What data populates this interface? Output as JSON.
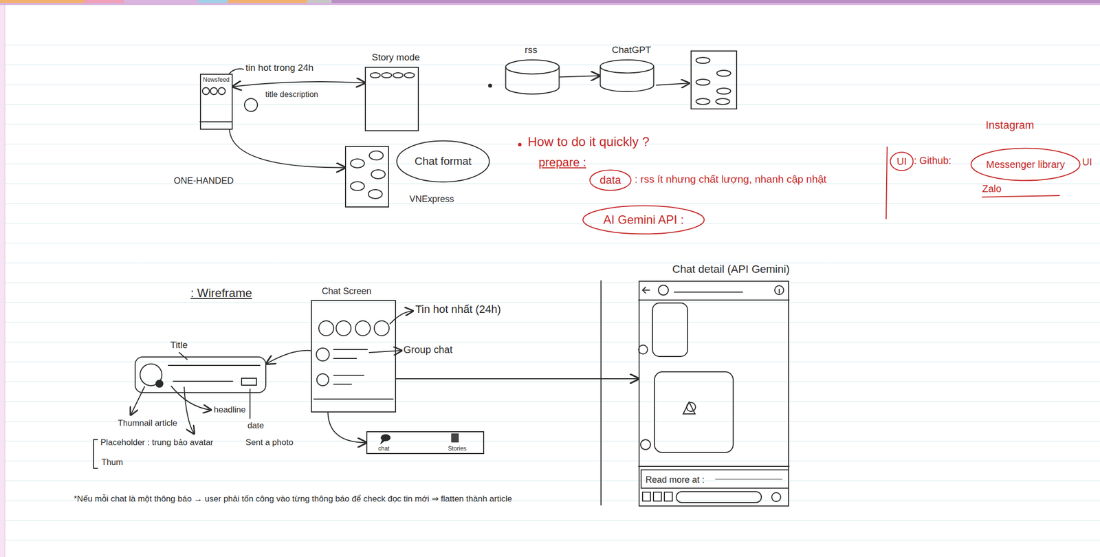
{
  "diagram": {
    "nodes": [
      {
        "text": [
          "Newsfeed"
        ]
      },
      {
        "text": [
          "Story mode"
        ]
      },
      {
        "text": [
          "VNExpress"
        ]
      },
      {
        "text": [
          "Chat format"
        ]
      },
      {
        "text": [
          "rss"
        ]
      },
      {
        "text": [
          "ChatGPT"
        ]
      },
      {
        "text": [
          "data"
        ]
      },
      {
        "text": [
          "AI Gemini API :"
        ]
      },
      {
        "text": [
          "UI"
        ]
      },
      {
        "text": [
          "Messenger library"
        ]
      },
      {
        "text": [
          "Title"
        ]
      },
      {
        "text": [
          "Chat Screen"
        ]
      },
      {
        "text": [
          "chat",
          "Stories"
        ]
      },
      {
        "text": [
          "Chat detail (API Gemini)"
        ]
      },
      {
        "text": [
          "Read more at :"
        ],
        "in": 13
      }
    ],
    "edges": [
      {
        "from": 0,
        "to": 1,
        "arrow": "both"
      },
      {
        "from": 0,
        "to": 2,
        "arrow": "to"
      },
      {
        "from": 4,
        "to": 5,
        "arrow": "to"
      },
      {
        "from": 11,
        "to": 10,
        "arrow": "to"
      },
      {
        "from": 11,
        "to": 13,
        "arrow": "to"
      },
      {
        "from": 11,
        "to": 12,
        "arrow": "to"
      }
    ],
    "labels": [
      "tin hot trong 24h",
      "title description",
      "ONE-HANDED",
      "How to do it quickly ?",
      "prepare :",
      ": rss ít nhưng chất lượng, nhanh cập nhật",
      "Instagram",
      ": Github:",
      "Zalo",
      "UI",
      ": Wireframe",
      "Tin hot nhất (24h)",
      "Group chat",
      "Thumnail article",
      "headline",
      "date",
      "Placeholder : trung bảo avatar",
      "Sent a photo",
      "Thum",
      "*Nếu mỗi chat là một thông báo → user phải tốn công vào từng thông báo để check đọc tin mới ⇒ flatten thành article"
    ]
  }
}
